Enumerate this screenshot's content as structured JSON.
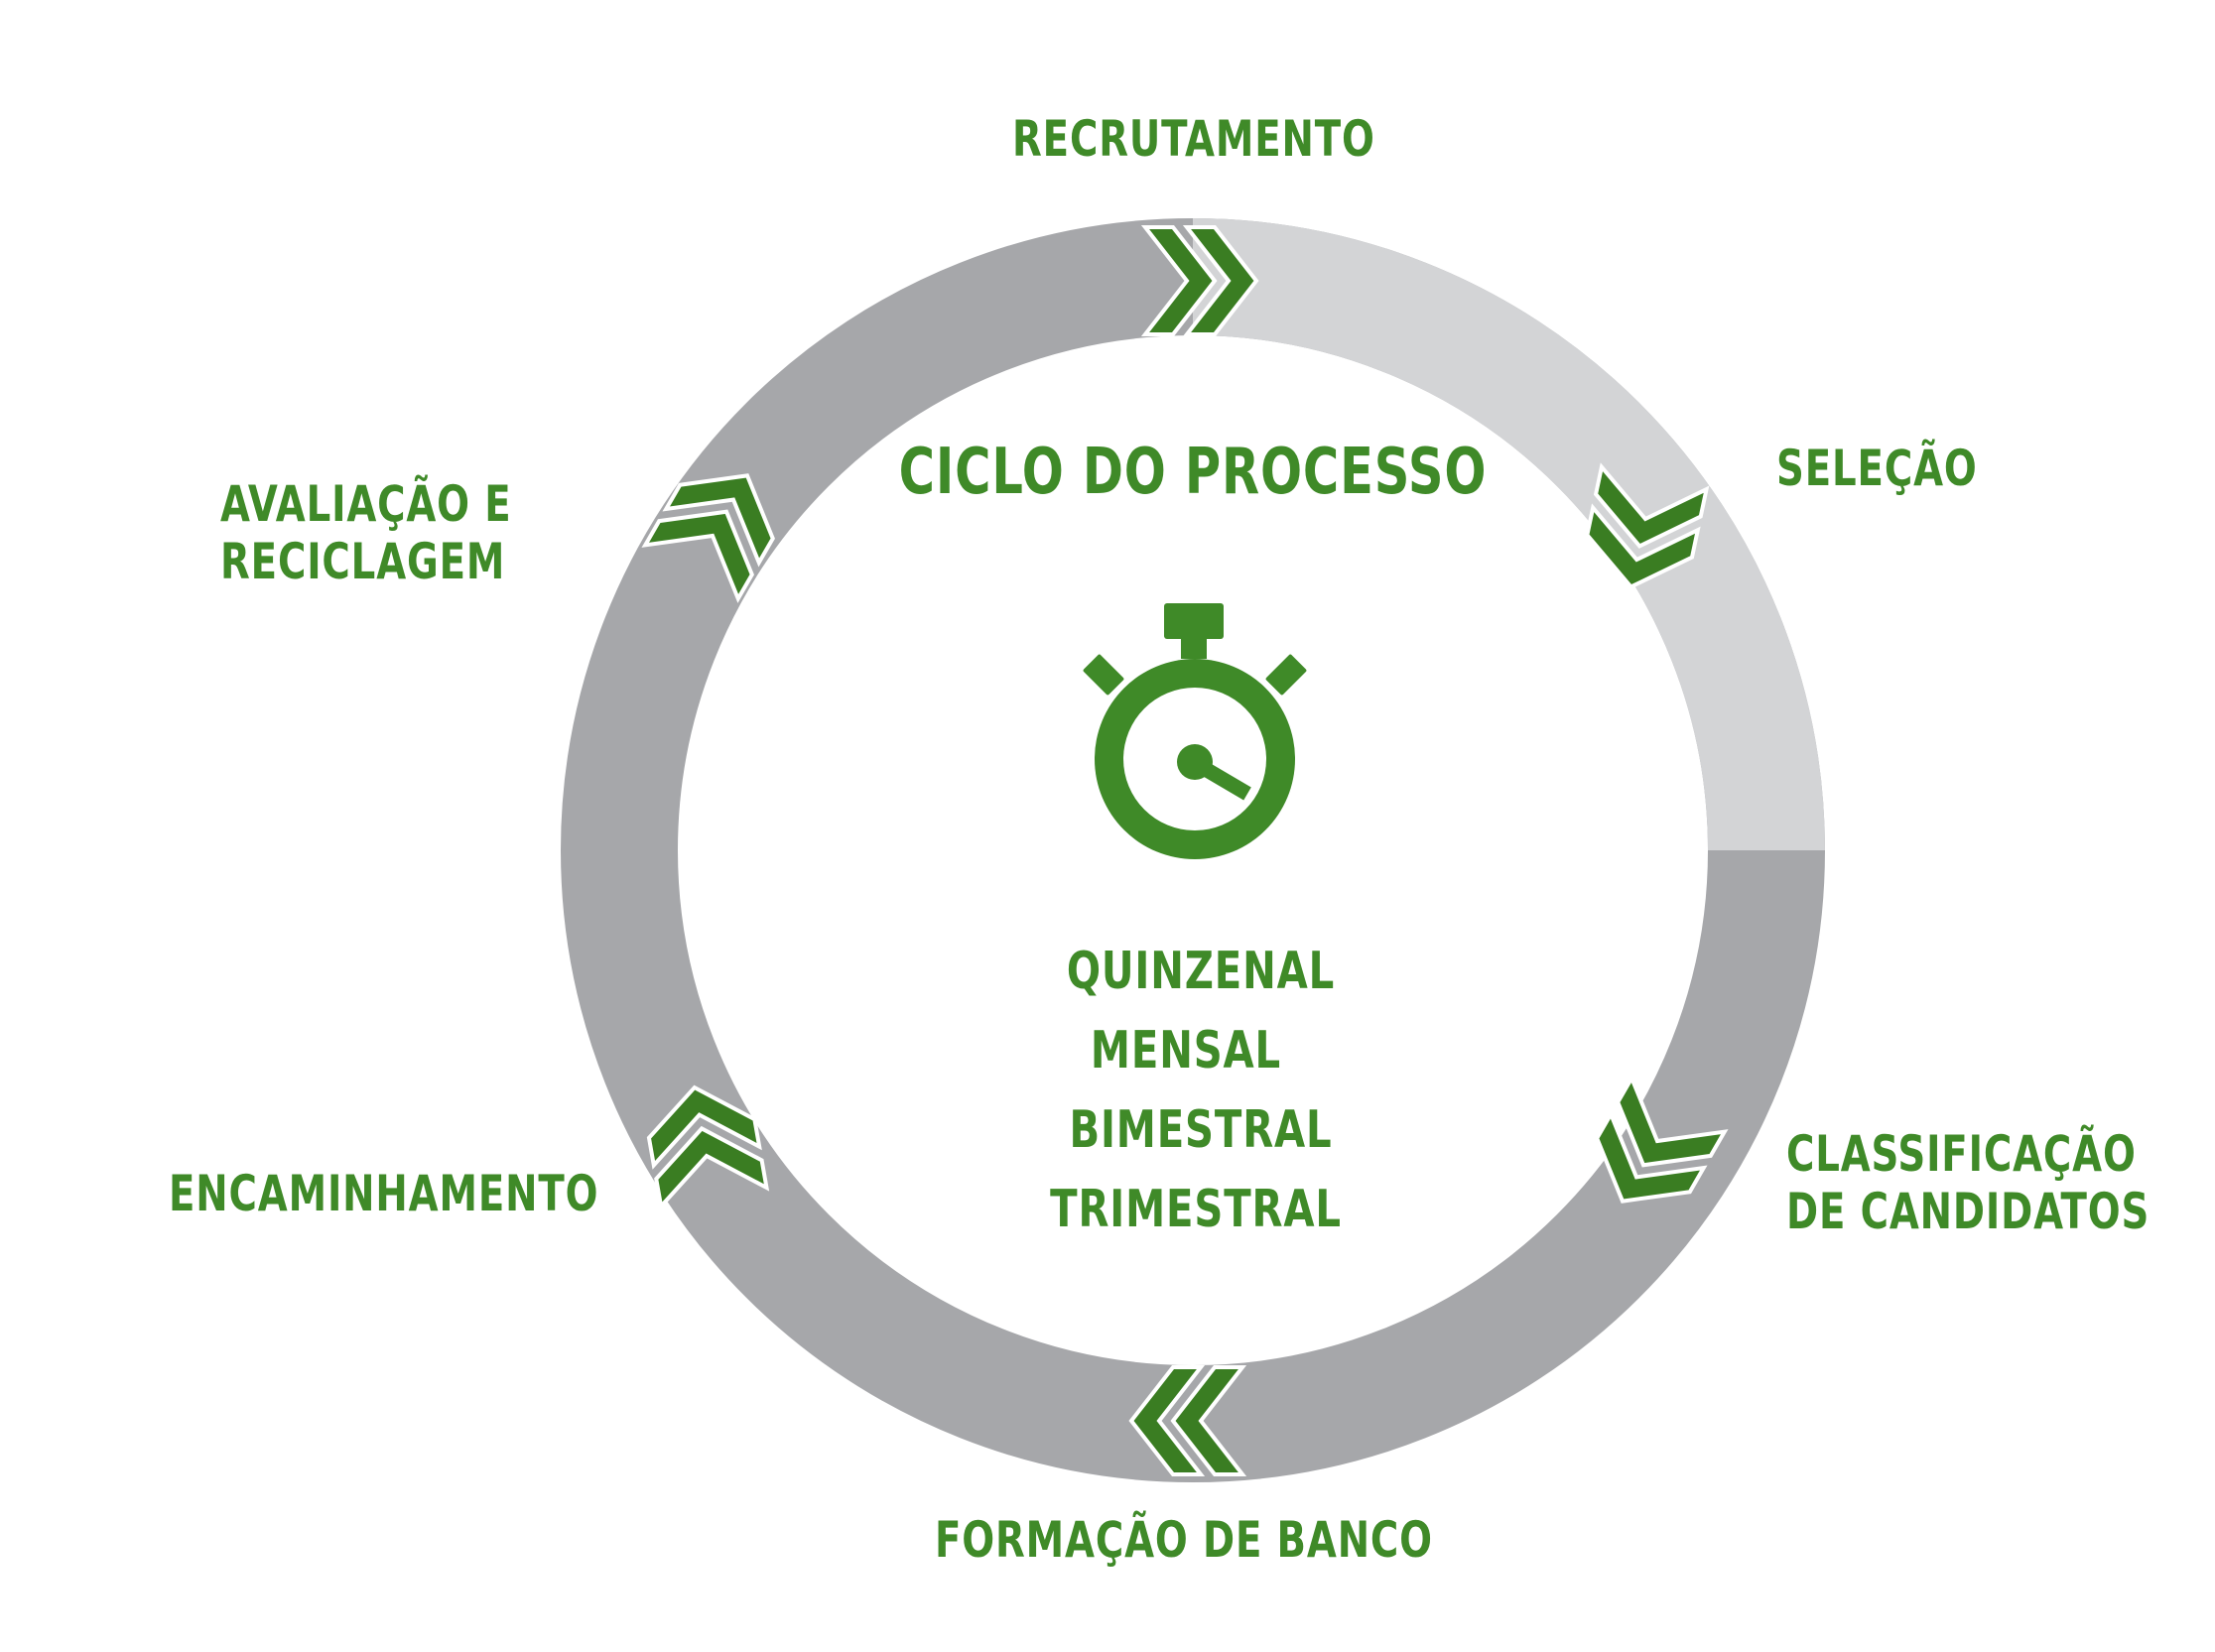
{
  "title": "CICLO DO PROCESSO",
  "stages": [
    {
      "id": "recrutamento",
      "label": "RECRUTAMENTO"
    },
    {
      "id": "selecao",
      "label": "SELEÇÃO"
    },
    {
      "id": "classificacao",
      "line1": "CLASSIFICAÇÃO",
      "line2": "DE CANDIDATOS"
    },
    {
      "id": "formacao",
      "label": "FORMAÇÃO DE BANCO"
    },
    {
      "id": "encaminhamento",
      "label": "ENCAMINHAMENTO"
    },
    {
      "id": "avaliacao",
      "line1": "AVALIAÇÃO E",
      "line2": "RECICLAGEM"
    }
  ],
  "frequencies": [
    "QUINZENAL",
    "MENSAL",
    "BIMESTRAL",
    "TRIMESTRAL"
  ],
  "icon": "stopwatch-icon",
  "colors": {
    "accent": "#3f8a28",
    "ring_dark": "#a6a7aa",
    "ring_light": "#d3d4d6",
    "background": "#ffffff"
  }
}
